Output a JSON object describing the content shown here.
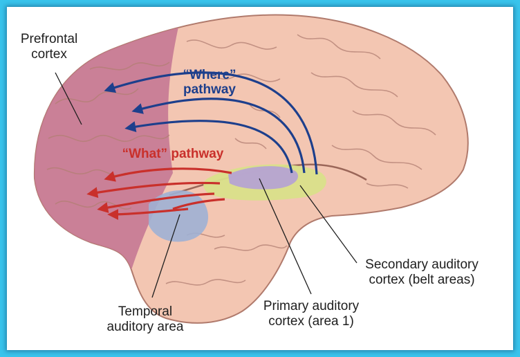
{
  "labels": {
    "prefrontal": [
      "Prefrontal",
      "cortex"
    ],
    "where": [
      "“Where”",
      "pathway"
    ],
    "what": "“What” pathway",
    "secondary": [
      "Secondary auditory",
      "cortex (belt areas)"
    ],
    "primary": [
      "Primary auditory",
      "cortex (area 1)"
    ],
    "temporal": [
      "Temporal",
      "auditory area"
    ]
  },
  "colors": {
    "background_border": "#39c4ec",
    "brain_tissue": "#f3c6b2",
    "prefrontal_region": "#c77995",
    "where_pathway": "#1d3f8c",
    "what_pathway": "#c9302b",
    "primary_auditory_region": "#b6a3d2",
    "secondary_auditory_region": "#d9e08a",
    "temporal_auditory_region": "#9fb0d4"
  }
}
